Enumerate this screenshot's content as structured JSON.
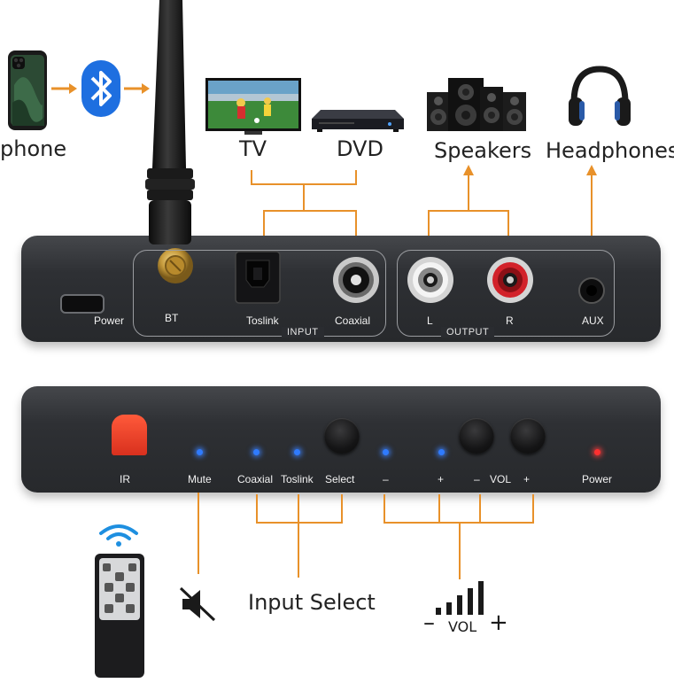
{
  "top": {
    "labels": {
      "phone": "phone",
      "tv": "TV",
      "dvd": "DVD",
      "speakers": "Speakers",
      "headphones": "Headphones"
    }
  },
  "rear_panel": {
    "power": "Power",
    "bt": "BT",
    "toslink": "Toslink",
    "coaxial": "Coaxial",
    "input": "INPUT",
    "left": "L",
    "right": "R",
    "output": "OUTPUT",
    "aux": "AUX"
  },
  "front_panel": {
    "ir": "IR",
    "mute": "Mute",
    "coaxial": "Coaxial",
    "toslink": "Toslink",
    "select": "Select",
    "minus": "–",
    "plus": "+",
    "vol_minus": "–",
    "vol": "VOL",
    "vol_plus": "+",
    "power": "Power"
  },
  "bottom": {
    "input_select": "Input Select",
    "vol_minus": "–",
    "vol": "VOL",
    "vol_plus": "+"
  },
  "colors": {
    "connector_line": "#e8912a",
    "panel": "#2e3034",
    "led_blue": "#2f7bff",
    "led_red": "#ff3030",
    "bluetooth": "#1e6fe0"
  },
  "icons": [
    "smartphone-icon",
    "bluetooth-icon",
    "tv-icon",
    "dvd-player-icon",
    "speakers-icon",
    "headphones-icon",
    "mute-icon",
    "volume-bars-icon",
    "remote-control-icon",
    "wifi-signal-icon"
  ]
}
